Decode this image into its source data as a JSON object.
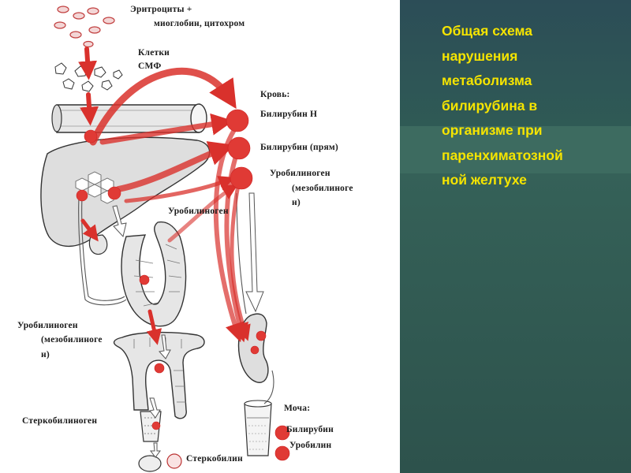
{
  "slide": {
    "title_lines": [
      "Общая схема",
      "нарушения",
      "метаболизма",
      "билирубина в",
      "организме при",
      "паренхиматозной",
      "ной желтухе"
    ]
  },
  "diagram": {
    "labels": {
      "erythrocytes": "Эритроциты +",
      "myoglobin": "миоглобин, цитохром",
      "smf_cells_1": "Клетки",
      "smf_cells_2": "СМФ",
      "blood": "Кровь:",
      "bilirubin_n": "Билирубин Н",
      "bilirubin_pryam": "Билирубин (прям)",
      "urobilinogen_blood_1": "Уробилиноген",
      "urobilinogen_blood_2": "(мезобилиноге",
      "urobilinogen_blood_3": "н)",
      "urobilinogen_mid": "Уробилиноген",
      "urobilinogen_left_1": "Уробилиноген",
      "urobilinogen_left_2": "(мезобилиноге",
      "urobilinogen_left_3": "н)",
      "urine": "Моча:",
      "urine_bilirubin": "Билирубин",
      "urine_urobilin": "Уробилин",
      "stercobilinogen": "Стеркобилиноген",
      "stercobilin": "Стеркобилин"
    }
  }
}
